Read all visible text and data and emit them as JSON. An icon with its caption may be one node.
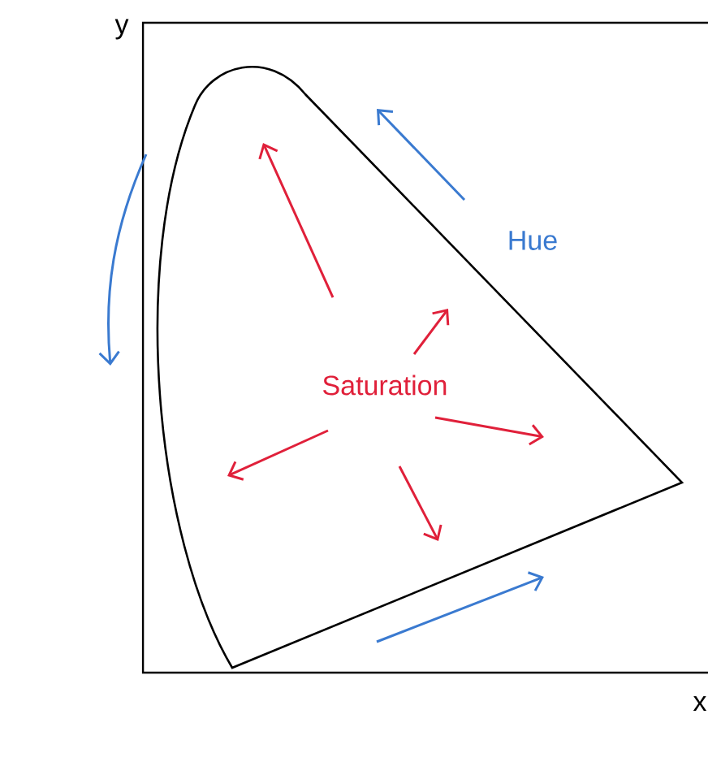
{
  "diagram": {
    "labels": [
      "y",
      "Hue",
      "Saturation",
      "x"
    ]
  }
}
